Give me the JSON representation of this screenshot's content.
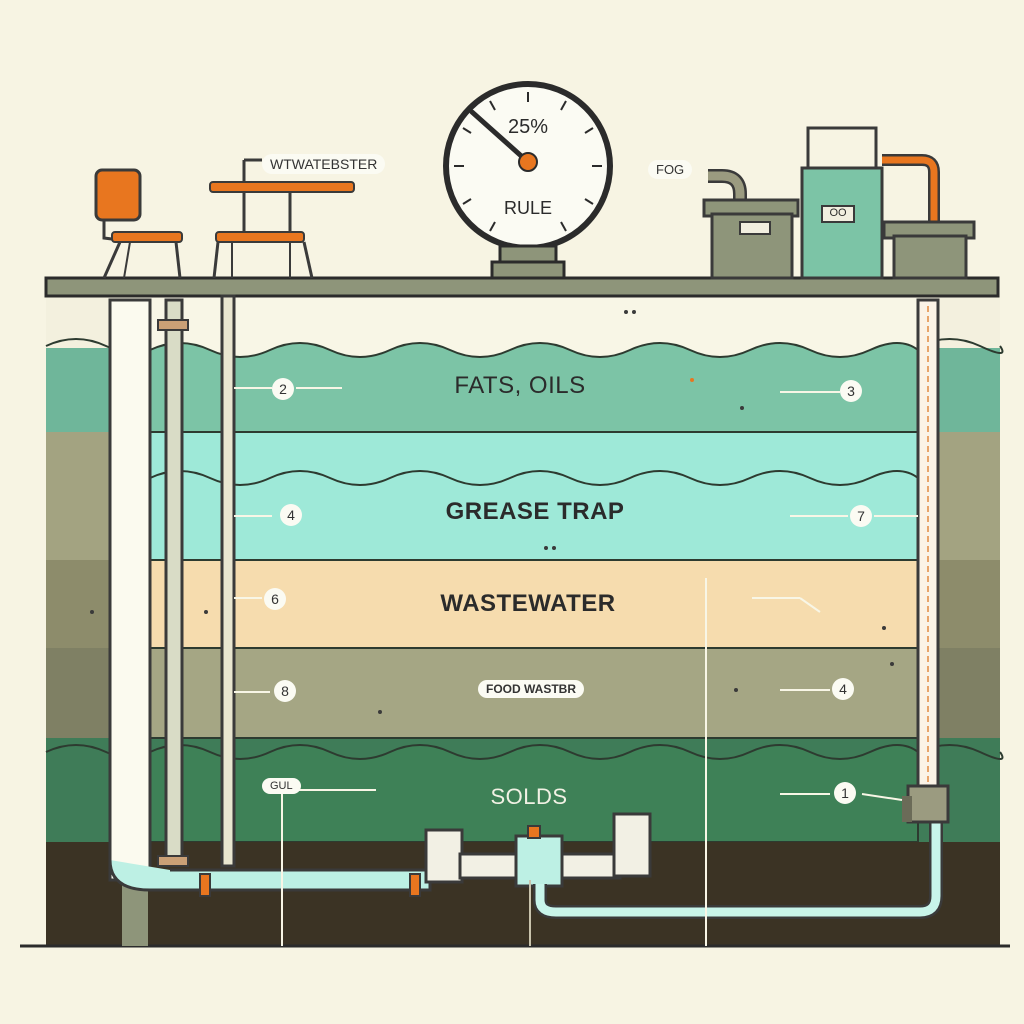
{
  "gauge": {
    "value_text": "25%",
    "caption": "RULE"
  },
  "top_labels": {
    "sink_station": "WTWATEBSTER",
    "fog": "FOG"
  },
  "tank_unit_label": "OO",
  "layers": {
    "fats_oils": "FATS, OILS",
    "grease_trap": "GREASE TRAP",
    "wastewater": "WASTEWATER",
    "food_waste": "FOOD WASTBR",
    "solids": "SOLDS"
  },
  "markers": {
    "left": [
      "2",
      "4",
      "6",
      "8"
    ],
    "right": [
      "3",
      "7",
      "4",
      "1"
    ]
  },
  "side_tag": "GUL",
  "colors": {
    "background": "#f7f4e3",
    "fats_layer": "#7cc4a6",
    "grease_layer": "#9ee9d8",
    "wastewater_layer": "#f6dcae",
    "food_layer": "#a5a684",
    "solids_layer": "#3e8157",
    "bottom_soil": "#3b3324",
    "accent_orange": "#e8761f"
  }
}
